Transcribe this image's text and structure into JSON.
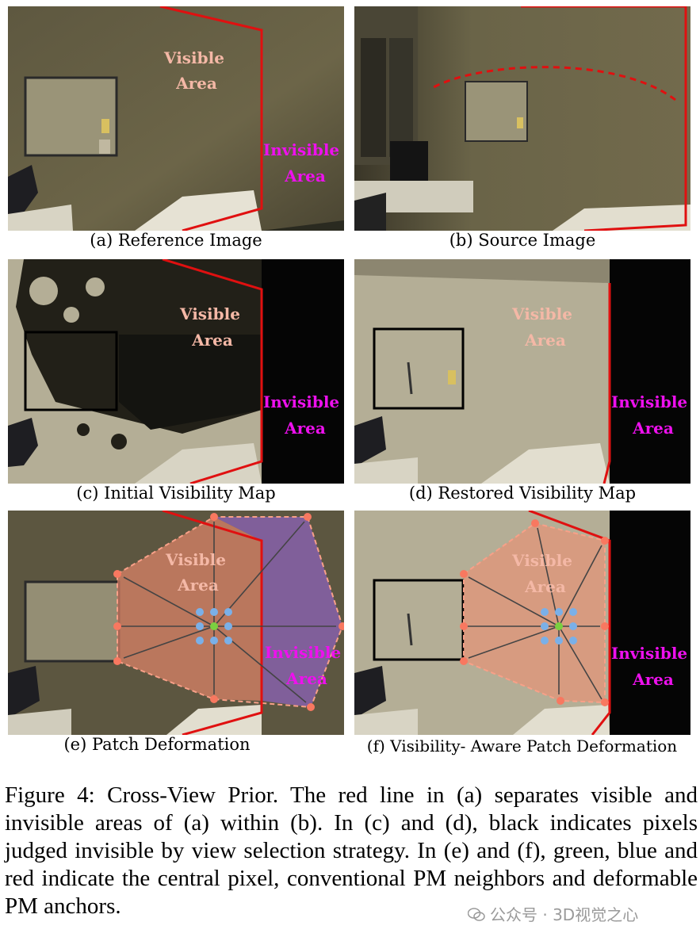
{
  "labels": {
    "visible_1": "Visible",
    "visible_2": "Area",
    "invisible_1": "Invisible",
    "invisible_2": "Area"
  },
  "subcaptions": {
    "a": "(a) Reference Image",
    "b": "(b) Source Image",
    "c": "(c) Initial Visibility Map",
    "d": "(d) Restored Visibility Map",
    "e": "(e) Patch Deformation",
    "f": "(f) Visibility- Aware Patch Deformation"
  },
  "caption": "Figure 4: Cross-View Prior. The red line in (a) separates visible and invisible areas of (a) within (b). In (c) and (d), black indicates pixels judged invisible by view selection strategy. In (e) and (f), green, blue and red indicate the central pixel, conventional PM neighbors and deformable PM anchors.",
  "watermark": "公众号 · 3D视觉之心",
  "colors": {
    "red_line": "#e01010",
    "visible_text": "#f4b8a6",
    "invisible_text": "#ee10ee",
    "anchor": "#f87860",
    "neighbor": "#7ab0e8",
    "center": "#7ad040"
  }
}
